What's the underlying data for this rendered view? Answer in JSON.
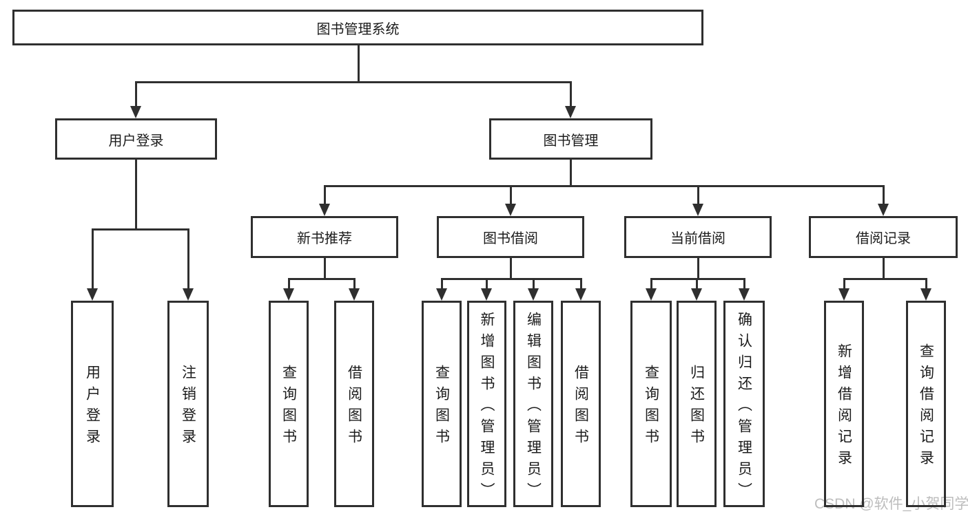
{
  "nodes": {
    "root": "图书管理系统",
    "l2": [
      "用户登录",
      "图书管理"
    ],
    "l3": [
      "新书推荐",
      "图书借阅",
      "当前借阅",
      "借阅记录"
    ],
    "leaves_login": [
      "用户登录",
      "注销登录"
    ],
    "leaves_newbook": [
      "查询图书",
      "借阅图书"
    ],
    "leaves_borrow": [
      "查询图书",
      "新增图书（管理员）",
      "编辑图书（管理员）",
      "借阅图书"
    ],
    "leaves_current": [
      "查询图书",
      "归还图书",
      "确认归还（管理员）"
    ],
    "leaves_records": [
      "新增借阅记录",
      "查询借阅记录"
    ]
  },
  "watermark": "CSDN @软件_小贺同学",
  "colors": {
    "line": "#2f2f2f",
    "text": "#1c1c1c",
    "watermark": "#bdbdbd",
    "background": "#ffffff"
  }
}
